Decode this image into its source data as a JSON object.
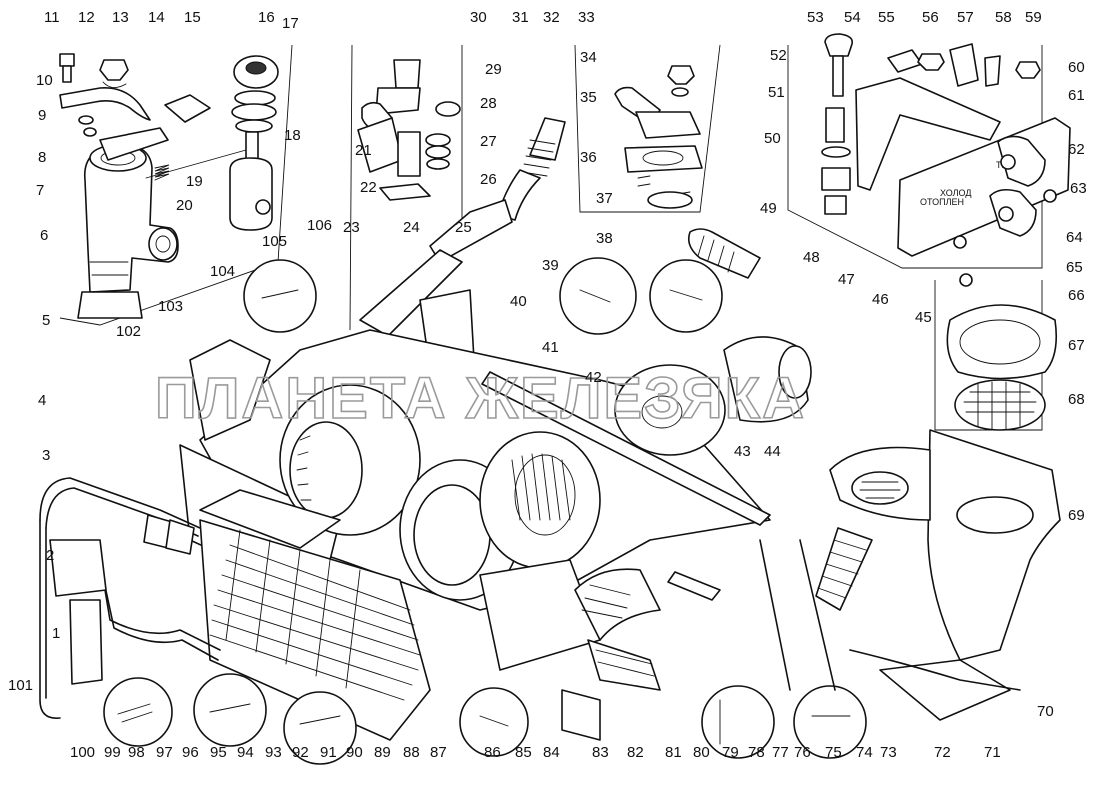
{
  "watermark": "ПЛАНЕТА ЖЕЛЕЗЯКА",
  "plate_text": [
    "ОТОПЛЕН",
    "ХОЛОД",
    "ТЕПЛО"
  ],
  "callouts": [
    "1",
    "2",
    "3",
    "4",
    "5",
    "6",
    "7",
    "8",
    "9",
    "10",
    "11",
    "12",
    "13",
    "14",
    "15",
    "16",
    "17",
    "18",
    "19",
    "20",
    "21",
    "22",
    "23",
    "24",
    "25",
    "26",
    "27",
    "28",
    "29",
    "30",
    "31",
    "32",
    "33",
    "34",
    "35",
    "36",
    "37",
    "38",
    "39",
    "40",
    "41",
    "42",
    "43",
    "44",
    "45",
    "46",
    "47",
    "48",
    "49",
    "50",
    "51",
    "52",
    "53",
    "54",
    "55",
    "56",
    "57",
    "58",
    "59",
    "60",
    "61",
    "62",
    "63",
    "64",
    "65",
    "66",
    "67",
    "68",
    "69",
    "70",
    "71",
    "72",
    "73",
    "74",
    "75",
    "76",
    "77",
    "78",
    "79",
    "80",
    "81",
    "82",
    "83",
    "84",
    "85",
    "86",
    "87",
    "88",
    "89",
    "90",
    "91",
    "92",
    "93",
    "94",
    "95",
    "96",
    "97",
    "98",
    "99",
    "100",
    "101",
    "102",
    "103",
    "104",
    "105",
    "106"
  ]
}
